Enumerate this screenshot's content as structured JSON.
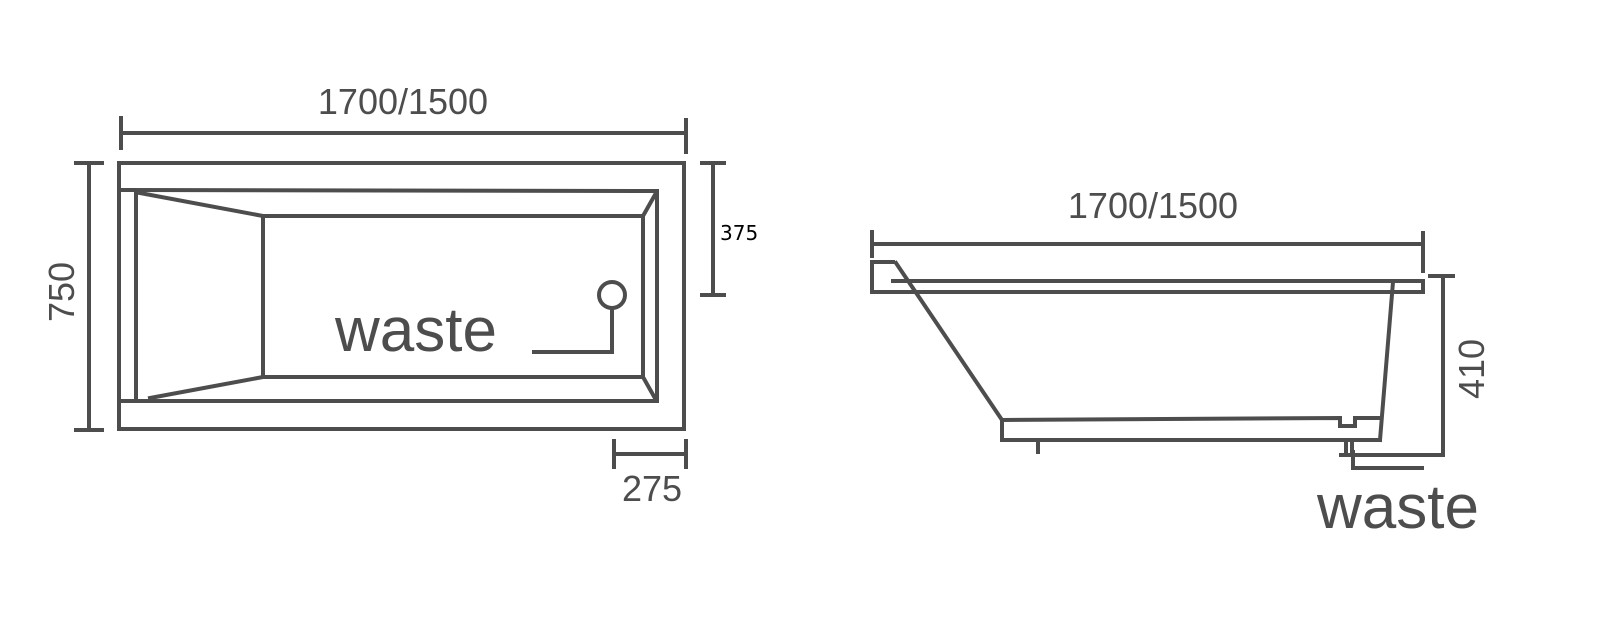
{
  "top_view": {
    "length_label": "1700/1500",
    "width_label": "750",
    "waste_offset_label": "375",
    "waste_edge_label": "275",
    "waste_label": "waste"
  },
  "side_view": {
    "length_label": "1700/1500",
    "height_label": "410",
    "waste_label": "waste"
  },
  "colors": {
    "line": "#4d4d4d",
    "background": "#ffffff"
  }
}
